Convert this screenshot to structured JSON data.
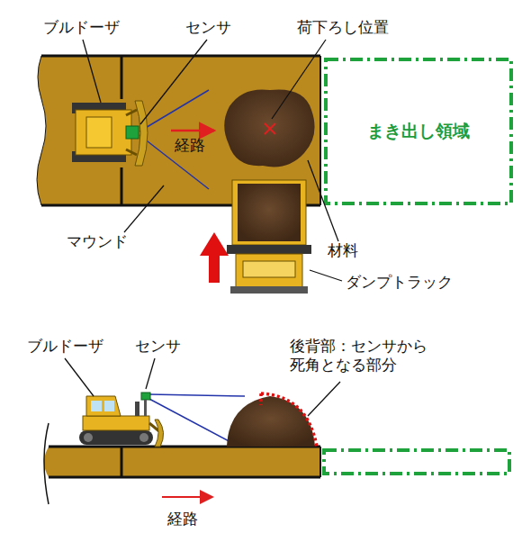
{
  "diagram": {
    "nodes": [
      {
        "text": [
          "まき出し領域"
        ]
      }
    ],
    "labels": [
      "ブルドーザ",
      "センサ",
      "荷下ろし位置",
      "経路",
      "マウンド",
      "材料",
      "ダンプトラック",
      "ブルドーザ",
      "センサ",
      "後背部：センサから 死角となる部分",
      "経路"
    ]
  }
}
